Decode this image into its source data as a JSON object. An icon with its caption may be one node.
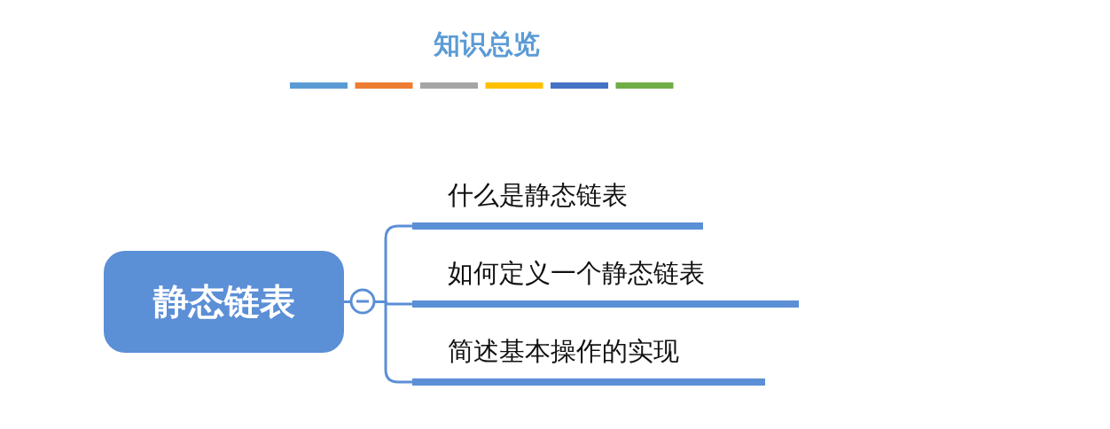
{
  "diagram": {
    "title": "知识总览",
    "nodes": [
      {
        "text": [
          "静态链表"
        ]
      },
      {
        "text": [
          "什么是静态链表"
        ]
      },
      {
        "text": [
          "如何定义一个静态链表"
        ]
      },
      {
        "text": [
          "简述基本操作的实现"
        ]
      }
    ],
    "edges": [
      {
        "from": 0,
        "to": 1,
        "arrow": "none"
      },
      {
        "from": 0,
        "to": 2,
        "arrow": "none"
      },
      {
        "from": 0,
        "to": 3,
        "arrow": "none"
      }
    ]
  }
}
